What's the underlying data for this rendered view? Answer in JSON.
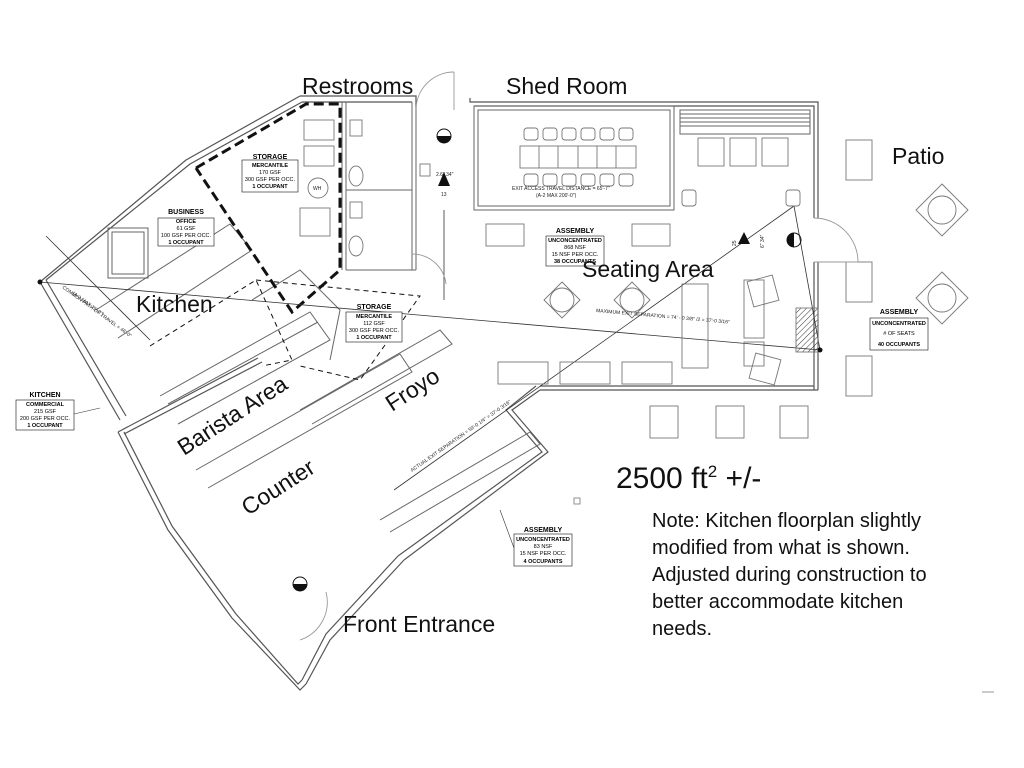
{
  "rooms": {
    "restrooms": "Restrooms",
    "shed_room": "Shed Room",
    "patio": "Patio",
    "seating_area": "Seating Area",
    "kitchen": "Kitchen",
    "barista_area": "Barista Area",
    "froyo": "Froyo",
    "counter": "Counter",
    "front_entrance": "Front Entrance"
  },
  "area": {
    "value": "2500 ft",
    "exponent": "2",
    "suffix": " +/-"
  },
  "note": "Note: Kitchen floorplan slightly\nmodified from what is shown.\nAdjusted during construction to\nbetter accommodate kitchen\nneeds.",
  "tags": {
    "storage_top": [
      "STORAGE",
      "MERCANTILE",
      "170 GSF",
      "300 GSF PER OCC.",
      "1 OCCUPANT"
    ],
    "business": [
      "BUSINESS",
      "OFFICE",
      "61 GSF",
      "100 GSF PER OCC.",
      "1 OCCUPANT"
    ],
    "kitchen": [
      "KITCHEN",
      "COMMERCIAL",
      "215 GSF",
      "200 GSF PER OCC.",
      "1 OCCUPANT"
    ],
    "storage_mid": [
      "STORAGE",
      "MERCANTILE",
      "112 GSF",
      "300 GSF PER OCC.",
      "1 OCCUPANT"
    ],
    "assembly_seating": [
      "ASSEMBLY",
      "UNCONCENTRATED",
      "868 NSF",
      "15 NSF PER OCC.",
      "38 OCCUPANTS"
    ],
    "assembly_patio": [
      "ASSEMBLY",
      "UNCONCENTRATED",
      "# OF SEATS",
      "40 OCCUPANTS"
    ],
    "assembly_front": [
      "ASSEMBLY",
      "UNCONCENTRATED",
      "83 NSF",
      "15 NSF PER OCC.",
      "4 OCCUPANTS"
    ]
  },
  "annotations": {
    "exit_access": "EXIT ACCESS TRAVEL DISTANCE = 65'-7\"",
    "exit_access_max": "(A-2 MAX 200'-0\")",
    "max_exit_sep": "MAXIMUM EXIT SEPARATION = 74' - 0 3/8\" /2 = 37'-0 3/16\"",
    "actual_exit_sep": "ACTUAL EXIT SEPARATION = 59'-0 1/4\" > 37'-0 3/16\"",
    "common_path": "COMMON PATH OF TRAVEL = 46'-0\"",
    "common_path_max": "(A-2 MAX 75'-0\")",
    "dim_restroom": "2.6\" 34\"",
    "dim_restroom_num": "13",
    "dim_patio": "6\" 34\"",
    "dim_patio_num": "25",
    "wh": "WH"
  }
}
